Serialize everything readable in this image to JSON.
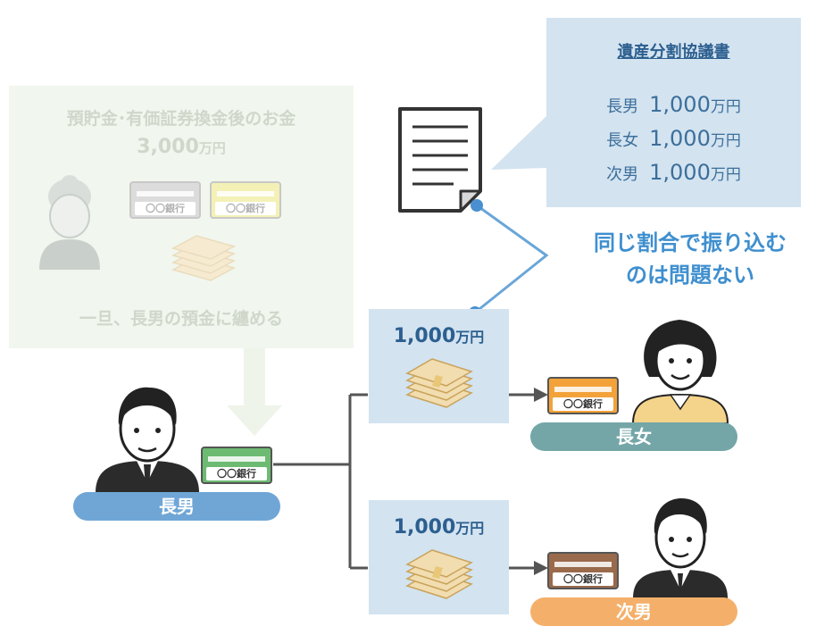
{
  "past": {
    "title": "預貯金･有価証券換金後のお金",
    "amount_value": "3,000",
    "amount_unit": "万円",
    "caption": "一旦、長男の預金に纏める"
  },
  "document": {
    "title": "遺産分割協議書",
    "rows": [
      {
        "who": "長男",
        "value": "1,000",
        "unit": "万円"
      },
      {
        "who": "長女",
        "value": "1,000",
        "unit": "万円"
      },
      {
        "who": "次男",
        "value": "1,000",
        "unit": "万円"
      }
    ]
  },
  "note": {
    "line1": "同じ割合で振り込む",
    "line2": "のは問題ない"
  },
  "transfers": [
    {
      "amount_value": "1,000",
      "amount_unit": "万円"
    },
    {
      "amount_value": "1,000",
      "amount_unit": "万円"
    }
  ],
  "bank_label": "〇〇銀行",
  "people": {
    "eldest_son": "長男",
    "eldest_daughter": "長女",
    "second_son": "次男"
  },
  "colors": {
    "eldest_son_pill": "#6fa6d6",
    "eldest_daughter_pill": "#74a6a8",
    "second_son_pill": "#f4b06a",
    "card_green": "#6dbb72",
    "card_orange": "#f3a23a",
    "card_brown": "#9a6a4c",
    "card_gray": "#d9d9d9",
    "card_yellow": "#f2f0a6",
    "accent_blue": "#3f8fcf"
  }
}
